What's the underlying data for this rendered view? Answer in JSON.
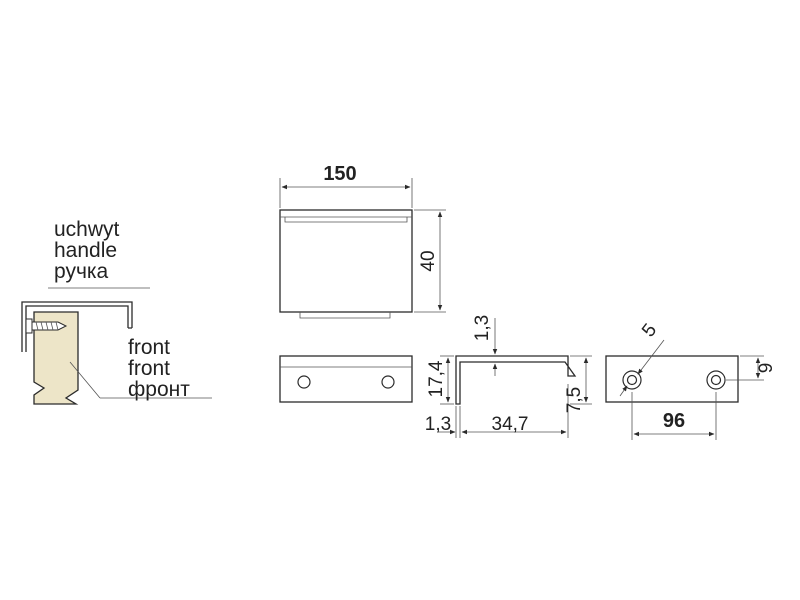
{
  "labels": {
    "handle": [
      "uchwyt",
      "handle",
      "ручка"
    ],
    "front": [
      "front",
      "front",
      "фронт"
    ]
  },
  "dimensions": {
    "width": "150",
    "height": "40",
    "flange": "1,3",
    "side_height": "17,4",
    "front_thickness": "1,3",
    "depth": "34,7",
    "lip": "7,5",
    "hole_diameter": "5",
    "hole_height": "9",
    "hole_spacing": "96"
  },
  "colors": {
    "wood": "#ede5c8",
    "line": "#2b2b2b"
  }
}
